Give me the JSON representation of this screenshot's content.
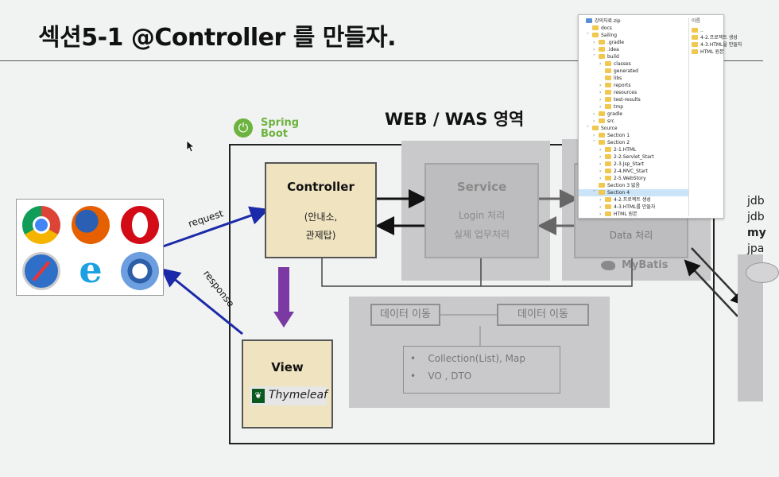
{
  "slide": {
    "title": "섹션5-1 @Controller 를 만들자."
  },
  "region_title": "WEB / WAS 영역",
  "spring_boot": {
    "logo_text_1": "Spring",
    "logo_text_2": "Boot",
    "color": "#6db33f"
  },
  "controller": {
    "title": "Controller",
    "line1": "(안내소,",
    "line2": "관제탑)"
  },
  "service": {
    "title": "Service",
    "line1": "Login 처리",
    "line2": "실제 업무처리"
  },
  "repository": {
    "line1": "Data 처리",
    "mybatis": "MyBatis"
  },
  "view": {
    "title": "View",
    "thymeleaf": "Thymeleaf"
  },
  "arrows": {
    "request": "request",
    "response": "response"
  },
  "data_transfer": {
    "pill1": "데이터 이동",
    "pill2": "데이터 이동",
    "items": [
      "Collection(List), Map",
      "VO , DTO"
    ]
  },
  "right_clipped": [
    "jdb",
    "jdb",
    "my",
    "jpa"
  ],
  "browsers": [
    "chrome-icon",
    "firefox-icon",
    "opera-icon",
    "safari-icon",
    "ie-icon",
    "chromium-icon"
  ],
  "explorer": {
    "tree": [
      {
        "label": "강의자료.zip",
        "depth": 0,
        "arrow": "",
        "zip": true
      },
      {
        "label": "docs",
        "depth": 1,
        "arrow": ""
      },
      {
        "label": "Sailing",
        "depth": 1,
        "arrow": "˅"
      },
      {
        "label": ".gradle",
        "depth": 2,
        "arrow": "›"
      },
      {
        "label": ".idea",
        "depth": 2,
        "arrow": "›"
      },
      {
        "label": "build",
        "depth": 2,
        "arrow": "˅"
      },
      {
        "label": "classes",
        "depth": 3,
        "arrow": "›"
      },
      {
        "label": "generated",
        "depth": 3,
        "arrow": ""
      },
      {
        "label": "libs",
        "depth": 3,
        "arrow": ""
      },
      {
        "label": "reports",
        "depth": 3,
        "arrow": "›"
      },
      {
        "label": "resources",
        "depth": 3,
        "arrow": "›"
      },
      {
        "label": "test-results",
        "depth": 3,
        "arrow": "›"
      },
      {
        "label": "tmp",
        "depth": 3,
        "arrow": "›"
      },
      {
        "label": "gradle",
        "depth": 2,
        "arrow": "›"
      },
      {
        "label": "src",
        "depth": 2,
        "arrow": "›"
      },
      {
        "label": "Source",
        "depth": 1,
        "arrow": "˅"
      },
      {
        "label": "Section 1",
        "depth": 2,
        "arrow": "›"
      },
      {
        "label": "Section 2",
        "depth": 2,
        "arrow": "˅"
      },
      {
        "label": "2-1.HTML",
        "depth": 3,
        "arrow": "›"
      },
      {
        "label": "2-2.Servlet_Start",
        "depth": 3,
        "arrow": "›"
      },
      {
        "label": "2-3.Jsp_Start",
        "depth": 3,
        "arrow": "›"
      },
      {
        "label": "2-4.MVC_Start",
        "depth": 3,
        "arrow": "›"
      },
      {
        "label": "2-5.WebStory",
        "depth": 3,
        "arrow": "›"
      },
      {
        "label": "Section 3 없음",
        "depth": 2,
        "arrow": ""
      },
      {
        "label": "Section 4",
        "depth": 2,
        "arrow": "˅",
        "selected": true
      },
      {
        "label": "4-2.프로젝트 생성",
        "depth": 3,
        "arrow": "›"
      },
      {
        "label": "4-3.HTML를 만들자",
        "depth": 3,
        "arrow": "›"
      },
      {
        "label": "HTML 원본",
        "depth": 3,
        "arrow": "›"
      }
    ],
    "filelist_header": "이름",
    "files": [
      "..",
      "4-2.프로젝트 생성",
      "4-3.HTML을 만들자",
      "HTML 원본"
    ]
  }
}
